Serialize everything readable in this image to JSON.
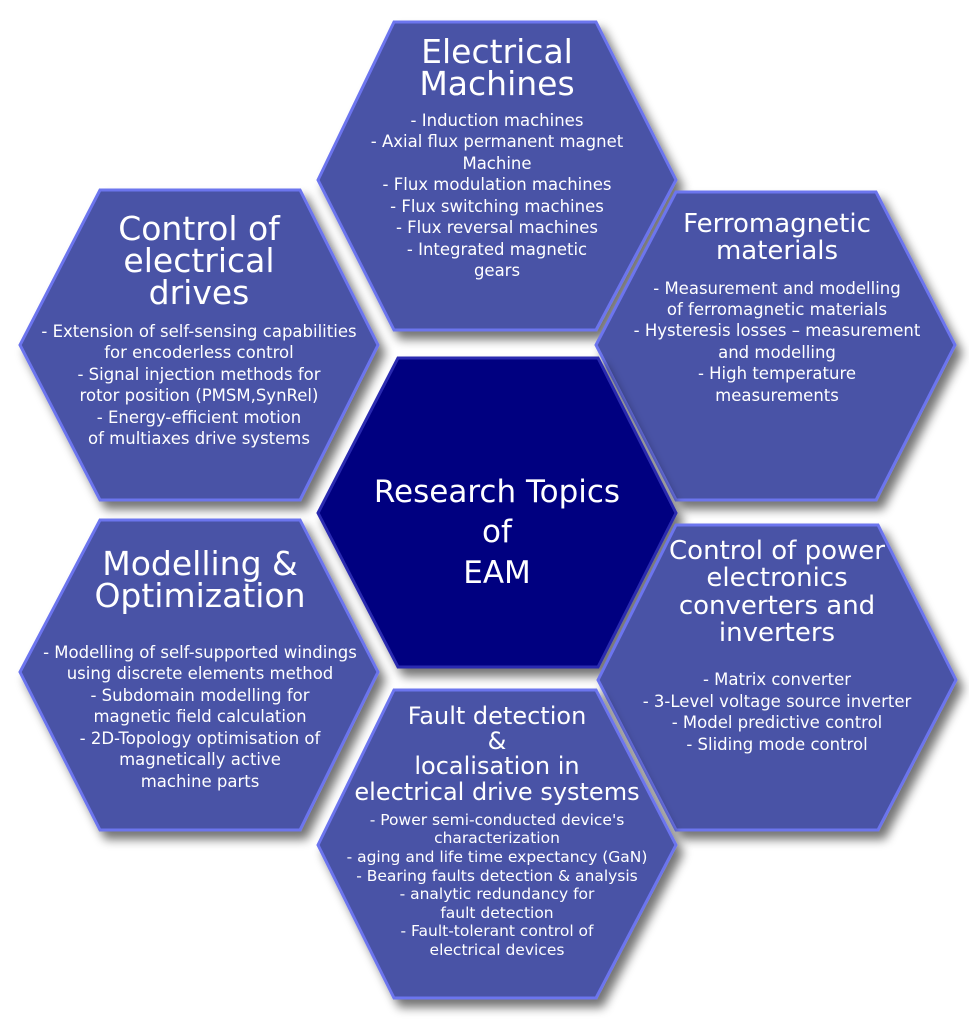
{
  "colors": {
    "hex_fill": "#4a52a6",
    "hex_stroke": "#6c74ee",
    "center_fill": "#000080",
    "shadow": "#9a9a9a"
  },
  "center": {
    "title": [
      "Research Topics",
      "of",
      "EAM"
    ]
  },
  "topics": [
    {
      "title": [
        "Electrical",
        "Machines"
      ],
      "items": [
        "- Induction machines",
        "- Axial flux permanent magnet",
        "Machine",
        "- Flux modulation machines",
        "- Flux switching machines",
        "- Flux reversal machines",
        "- Integrated magnetic",
        "gears"
      ]
    },
    {
      "title": [
        "Control of",
        "electrical",
        "drives"
      ],
      "items": [
        "- Extension of self-sensing capabilities",
        "for encoderless control",
        "- Signal injection methods for",
        "rotor position (PMSM,SynRel)",
        "- Energy-efficient motion",
        "of multiaxes drive systems"
      ]
    },
    {
      "title": [
        "Ferromagnetic",
        "materials"
      ],
      "items": [
        "- Measurement and modelling",
        "of ferromagnetic materials",
        "- Hysteresis losses – measurement",
        "and modelling",
        "- High temperature",
        "measurements"
      ]
    },
    {
      "title": [
        "Modelling &",
        "Optimization"
      ],
      "items": [
        "- Modelling of self-supported windings",
        "using discrete  elements method",
        "- Subdomain modelling for",
        "magnetic field calculation",
        "- 2D-Topology optimisation of",
        "magnetically active",
        "machine parts"
      ]
    },
    {
      "title": [
        "Control of power",
        "electronics",
        "converters and",
        "inverters"
      ],
      "items": [
        "- Matrix converter",
        "- 3-Level voltage source inverter",
        "- Model predictive control",
        "- Sliding mode control"
      ]
    },
    {
      "title": [
        "Fault detection",
        "&",
        "localisation in",
        "electrical drive systems"
      ],
      "items": [
        "- Power semi-conducted device's",
        "characterization",
        "- aging and life time expectancy (GaN)",
        "- Bearing faults detection & analysis",
        "- analytic redundancy for",
        "fault detection",
        "- Fault-tolerant control of",
        "electrical devices"
      ]
    }
  ]
}
